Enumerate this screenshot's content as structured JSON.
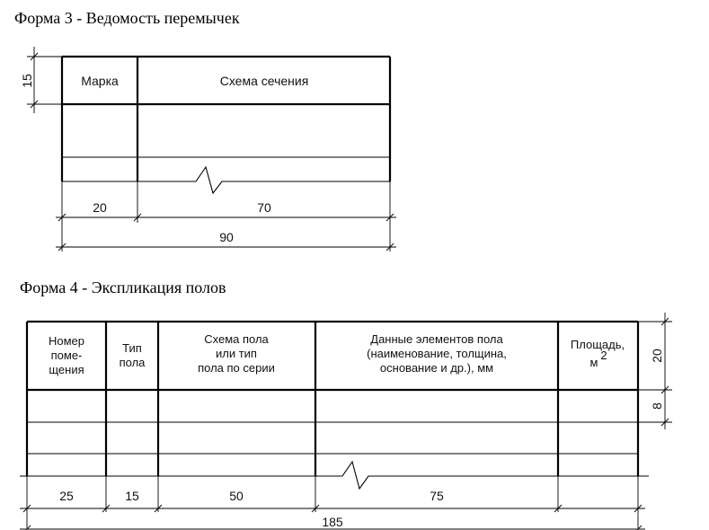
{
  "form3": {
    "title": "Форма 3 - Ведомость перемычек",
    "headers": {
      "mark": "Марка",
      "scheme": "Схема сечения"
    },
    "dims": {
      "row_height": "15",
      "col_mark": "20",
      "col_scheme": "70",
      "total": "90"
    }
  },
  "form4": {
    "title": "Форма 4 - Экспликация полов",
    "headers": {
      "room": [
        "Номер",
        "поме-",
        "щения"
      ],
      "type": [
        "Тип",
        "пола"
      ],
      "scheme": [
        "Схема пола",
        "или тип",
        "пола по серии"
      ],
      "elements": [
        "Данные элементов пола",
        "(наименование, толщина,",
        "основание и др.), мм"
      ],
      "area": "Площадь,",
      "area_unit": "м",
      "area_sup": "2"
    },
    "dims": {
      "header_height": "20",
      "row_height": "8",
      "col_room": "25",
      "col_type": "15",
      "col_scheme": "50",
      "col_elements": "75",
      "total": "185"
    }
  }
}
